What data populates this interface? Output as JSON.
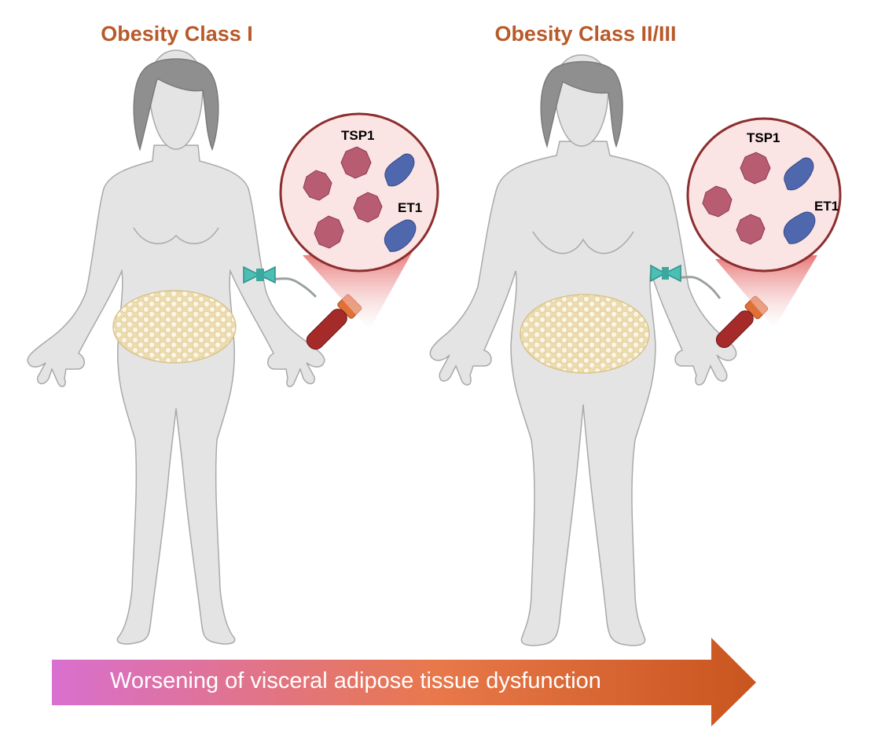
{
  "panels": {
    "left": {
      "title": "Obesity Class I",
      "markers": {
        "tsp": "TSP1",
        "et": "ET1"
      }
    },
    "right": {
      "title": "Obesity Class II/III",
      "markers": {
        "tsp": "TSP1",
        "et": "ET1"
      }
    }
  },
  "progression_arrow": {
    "label": "Worsening of visceral adipose tissue dysfunction",
    "gradient": [
      "#d96fcf",
      "#e8784a",
      "#c9551e"
    ]
  },
  "colors": {
    "title": "#b85a2a",
    "skin": "#e4e4e4",
    "skin_outline": "#a9a9a9",
    "hair": "#8f8f8f",
    "fat": "#f1e6c4",
    "fat_cell": "#faf5e4",
    "tsp1": "#b85c72",
    "et1": "#4f67ad",
    "zoom_bg": "#fbe4e4",
    "zoom_ring": "#8c2e2e",
    "blood": "#a52a2a",
    "tube_cap": "#e07035",
    "needle": "#4bbfb4"
  }
}
